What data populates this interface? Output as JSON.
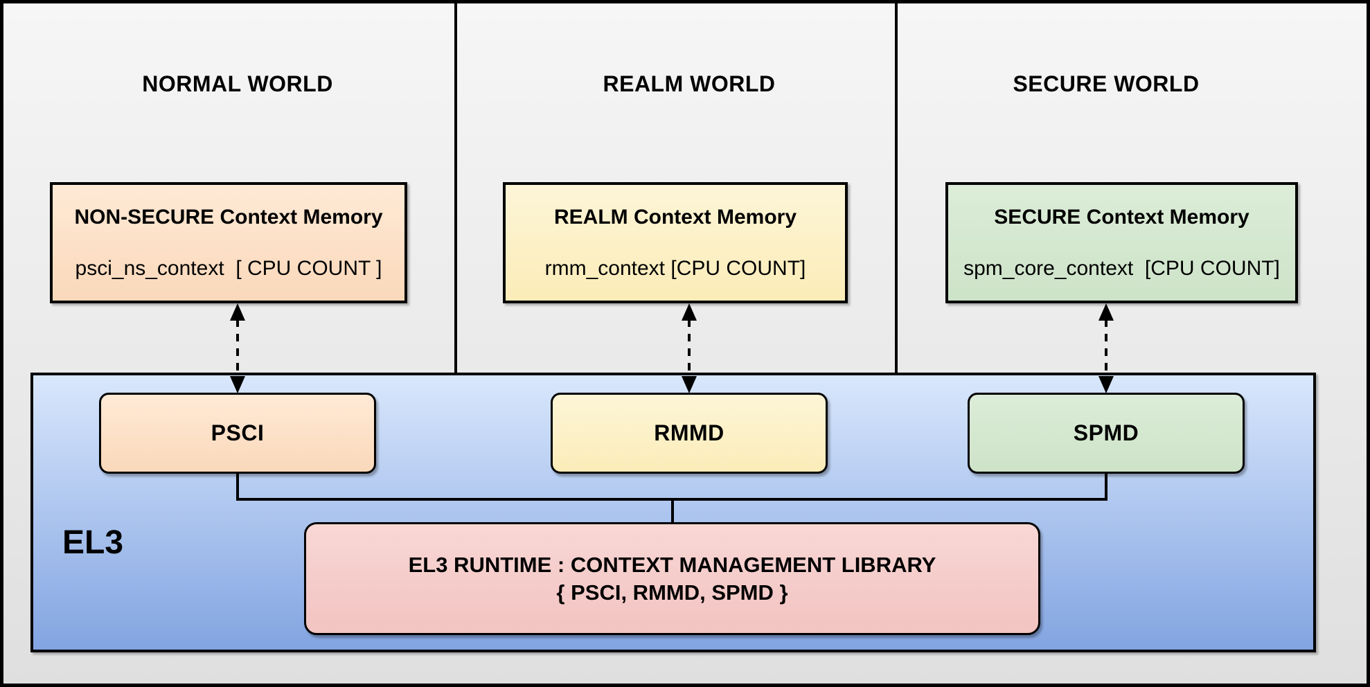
{
  "worlds": [
    {
      "title": "NORMAL WORLD",
      "context_title": "NON-SECURE Context Memory",
      "context_var": "psci_ns_context  [ CPU COUNT ]",
      "module": "PSCI"
    },
    {
      "title": "REALM WORLD",
      "context_title": "REALM Context Memory",
      "context_var": "rmm_context [CPU COUNT]",
      "module": "RMMD"
    },
    {
      "title": "SECURE WORLD",
      "context_title": "SECURE Context Memory",
      "context_var": "spm_core_context  [CPU COUNT]",
      "module": "SPMD"
    }
  ],
  "el3": {
    "label": "EL3",
    "runtime_line1": "EL3 RUNTIME : CONTEXT MANAGEMENT LIBRARY",
    "runtime_line2": "{ PSCI, RMMD, SPMD }"
  },
  "colors": {
    "border": "#000000",
    "canvas_bg_top": "#f6f6f6",
    "canvas_bg_bottom": "#dfdfdf",
    "peach_top": "#ffead6",
    "peach_bottom": "#fad8ba",
    "yellow_top": "#fdf5d7",
    "yellow_bottom": "#fbecb8",
    "green_top": "#dcecd8",
    "green_bottom": "#cde3c8",
    "pink_top": "#f8d7d5",
    "pink_bottom": "#f2c3c1",
    "el3_top": "#d9e7fc",
    "el3_bottom": "#82a4e1"
  }
}
